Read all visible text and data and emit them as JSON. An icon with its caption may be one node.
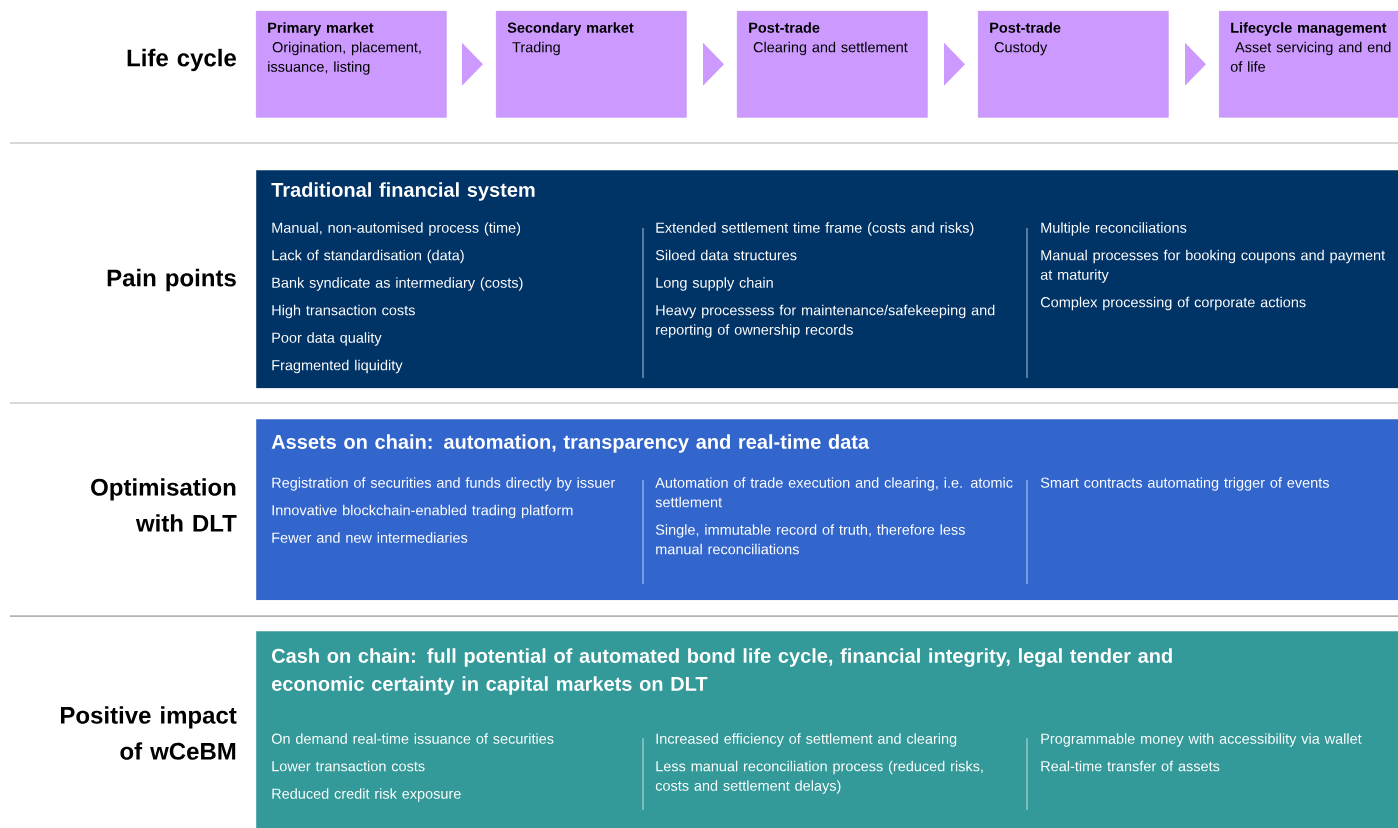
{
  "diagram": {
    "nodes": [
      {
        "text": [
          "Primary market",
          "Origination, placement, issuance, listing"
        ]
      },
      {
        "text": [
          "Secondary market",
          "Trading"
        ]
      },
      {
        "text": [
          "Post-trade",
          "Clearing and settlement"
        ]
      },
      {
        "text": [
          "Post-trade",
          "Custody"
        ]
      },
      {
        "text": [
          "Lifecycle management",
          "Asset servicing and end of life"
        ]
      },
      {
        "text": [
          "Traditional financial system",
          "Manual, non-automised process (time)",
          "Lack of standardisation (data)",
          "Bank syndicate as intermediary (costs)",
          "High transaction costs",
          "Poor data quality",
          "Fragmented liquidity",
          "Extended settlement time frame (costs and risks)",
          "Siloed data structures",
          "Long supply chain",
          "Heavy processess for maintenance/safekeeping and reporting of ownership records",
          "Multiple reconciliations",
          "Manual processes for booking coupons and payment at maturity",
          "Complex processing of corporate actions"
        ]
      },
      {
        "text": [
          "Assets on chain: automation, transparency and real-time data",
          "Registration of securities and funds directly by issuer",
          "Innovative blockchain-enabled trading platform",
          "Fewer and new intermediaries",
          "Automation of trade execution and clearing, i.e. atomic settlement",
          "Single, immutable record of truth, therefore less manual reconciliations",
          "Smart contracts automating trigger of events"
        ]
      },
      {
        "text": [
          "Cash on chain: full potential of automated bond life cycle, financial integrity, legal tender and economic certainty in capital markets on DLT",
          "On demand real-time issuance of securities",
          "Lower transaction costs",
          "Reduced credit risk exposure",
          "Increased efficiency of settlement and clearing",
          "Less manual reconciliation process (reduced risks, costs and settlement delays)",
          "Programmable money with accessibility via wallet",
          "Real-time transfer of assets"
        ]
      }
    ],
    "edges": [
      {
        "from": 0,
        "to": 1,
        "arrow": "to"
      },
      {
        "from": 1,
        "to": 2,
        "arrow": "to"
      },
      {
        "from": 2,
        "to": 3,
        "arrow": "to"
      },
      {
        "from": 3,
        "to": 4,
        "arrow": "to"
      }
    ],
    "labels": [
      "Life cycle",
      "Pain points",
      "Optimisation with DLT",
      "Positive impact of wCeBM"
    ]
  }
}
